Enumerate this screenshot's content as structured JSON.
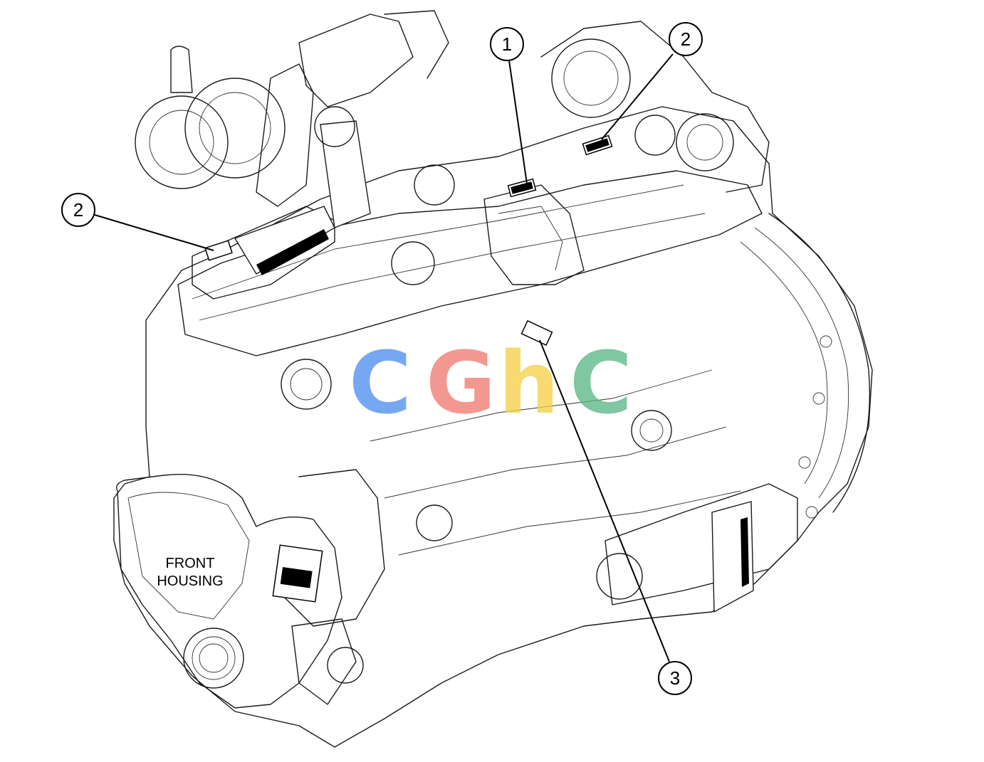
{
  "callouts": [
    {
      "id": "callout-1",
      "label": "1"
    },
    {
      "id": "callout-2-right",
      "label": "2"
    },
    {
      "id": "callout-2-left",
      "label": "2"
    },
    {
      "id": "callout-3",
      "label": "3"
    }
  ],
  "front_housing_label": {
    "line1": "FRONT",
    "line2": "HOUSING"
  },
  "watermark": {
    "letters": [
      "C",
      "G",
      "h",
      "C"
    ],
    "colors": [
      "#4f8ff0",
      "#f07c73",
      "#f5d04a",
      "#5bb886"
    ]
  }
}
